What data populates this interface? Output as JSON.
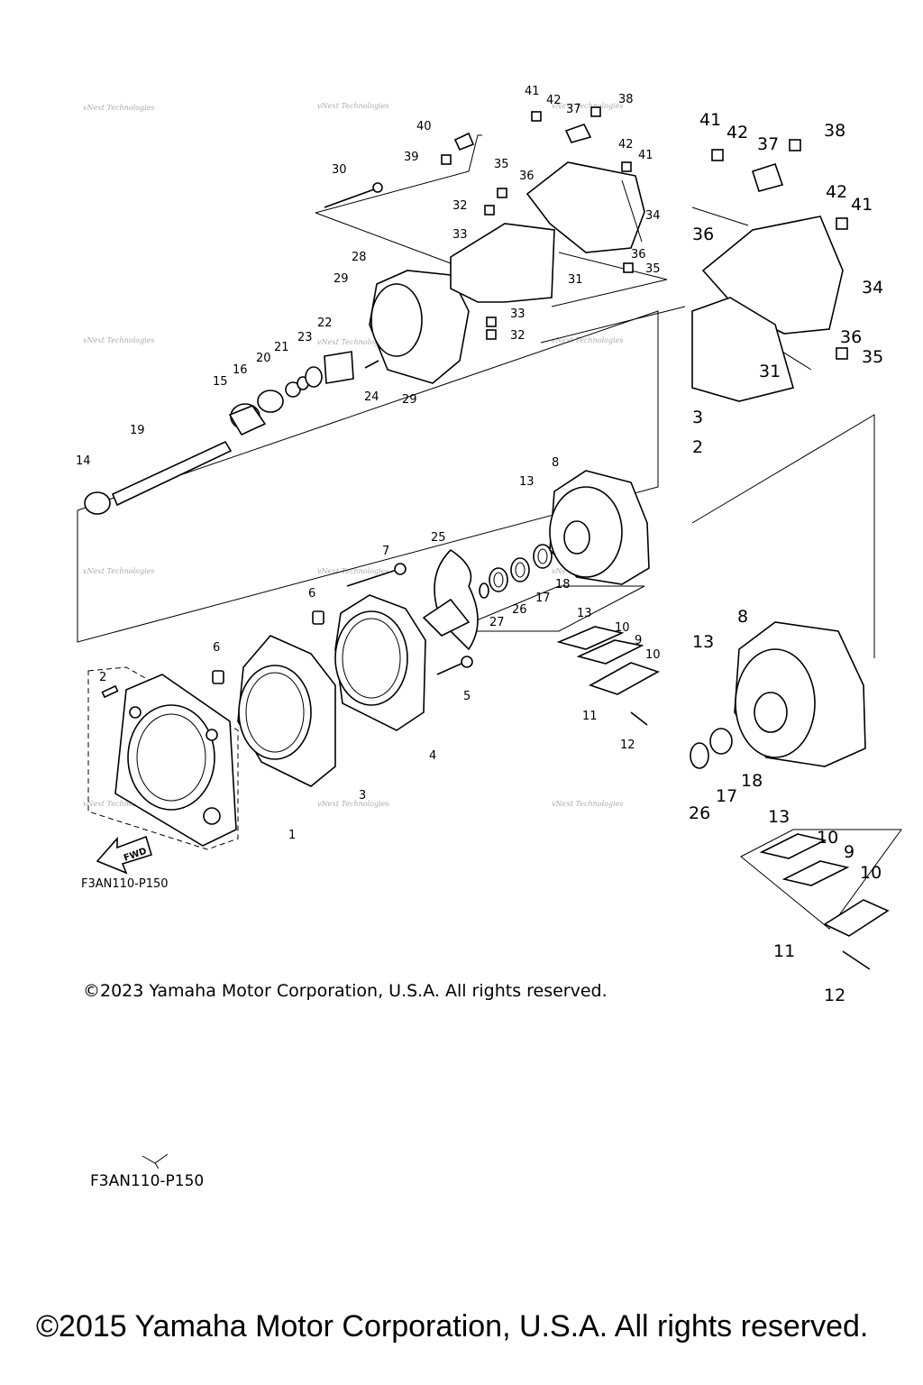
{
  "diagram": {
    "copyright_main": "©2023 Yamaha Motor Corporation, U.S.A. All rights reserved.",
    "copyright_footer": "©2015 Yamaha Motor Corporation, U.S.A. All rights reserved.",
    "figure_code_main": "F3AN110-P150",
    "figure_code_lower": "F3AN110-P150",
    "fwd_label": "FWD",
    "watermark": "vNext Technologies",
    "callouts_main": [
      "1",
      "2",
      "3",
      "4",
      "5",
      "6",
      "6",
      "7",
      "8",
      "9",
      "10",
      "10",
      "11",
      "12",
      "13",
      "13",
      "14",
      "15",
      "16",
      "17",
      "18",
      "19",
      "20",
      "21",
      "22",
      "23",
      "24",
      "25",
      "26",
      "27",
      "28",
      "29",
      "29",
      "30",
      "31",
      "32",
      "32",
      "33",
      "33",
      "34",
      "35",
      "35",
      "36",
      "36",
      "37",
      "38",
      "39",
      "40",
      "41",
      "41",
      "42",
      "42"
    ],
    "callouts_zoom": [
      "8",
      "9",
      "10",
      "10",
      "11",
      "12",
      "13",
      "13",
      "17",
      "18",
      "26",
      "31",
      "34",
      "35",
      "36",
      "36",
      "37",
      "38",
      "41",
      "41",
      "42",
      "42",
      "3",
      "2"
    ]
  }
}
